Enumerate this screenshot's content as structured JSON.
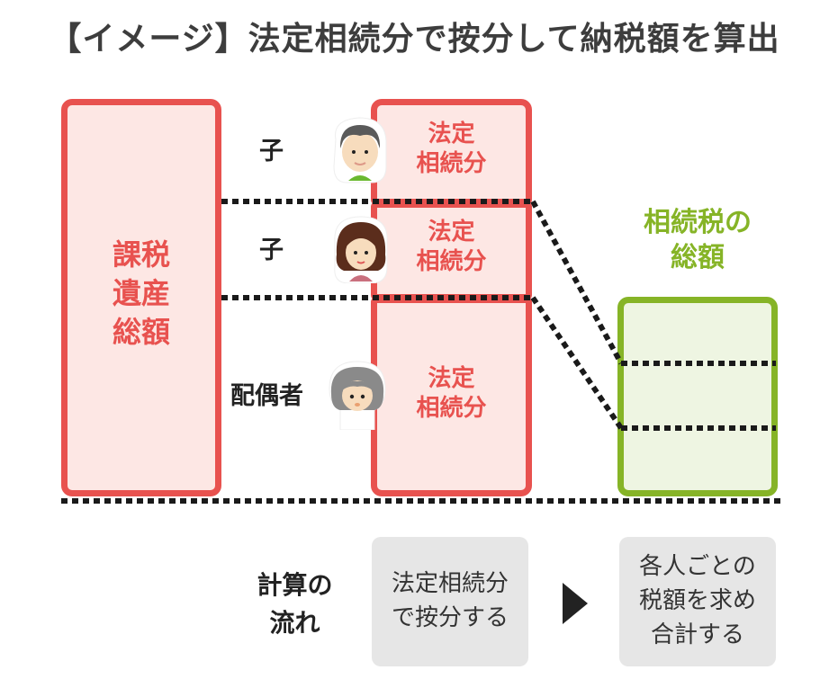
{
  "title": "【イメージ】法定相続分で按分して納税額を算出",
  "colors": {
    "heir_red": "#e8524f",
    "heir_fill": "#fde7e4",
    "total_green": "#86b427",
    "total_fill": "#eef5e2",
    "flow_box": "#e6e6e6",
    "dotted_line": "#1a1a1a"
  },
  "taxable_estate": {
    "label_lines": [
      "課税",
      "遺産",
      "総額"
    ]
  },
  "heirs": [
    {
      "relation": "子",
      "avatar": "man-avatar-icon",
      "share_label_lines": [
        "法定",
        "相続分"
      ]
    },
    {
      "relation": "子",
      "avatar": "woman-avatar-icon",
      "share_label_lines": [
        "法定",
        "相続分"
      ]
    },
    {
      "relation": "配偶者",
      "avatar": "elderly-woman-avatar-icon",
      "share_label_lines": [
        "法定",
        "相続分"
      ]
    }
  ],
  "total_tax": {
    "label_lines": [
      "相続税の",
      "総額"
    ]
  },
  "flow": {
    "label_lines": [
      "計算の",
      "流れ"
    ],
    "steps": [
      {
        "lines": [
          "法定相続分",
          "で按分する"
        ]
      },
      {
        "lines": [
          "各人ごとの",
          "税額を求め",
          "合計する"
        ]
      }
    ],
    "arrow": "play-arrow-icon"
  }
}
